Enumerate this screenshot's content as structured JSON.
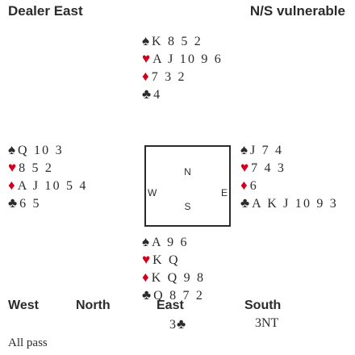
{
  "header": {
    "dealer": "Dealer East",
    "vulnerability": "N/S vulnerable"
  },
  "colors": {
    "red_suit": "#d0021b",
    "black_suit": "#2b2b2b"
  },
  "hands": {
    "north": {
      "spades": "K 8 5 2",
      "hearts": "A J 10 9 6",
      "diamonds": "7 3 2",
      "clubs": "4"
    },
    "west": {
      "spades": "Q 10 3",
      "hearts": "8 5 2",
      "diamonds": "A J 10 5 4",
      "clubs": "6 5"
    },
    "east": {
      "spades": "J 7 4",
      "hearts": "7 4 3",
      "diamonds": "6",
      "clubs": "A K J 10 9 3"
    },
    "south": {
      "spades": "A 9 6",
      "hearts": "K Q",
      "diamonds": "K Q 9 8",
      "clubs": "Q 8 7 2"
    }
  },
  "suit_icons": {
    "spades": "spade-icon",
    "hearts": "heart-icon",
    "diamonds": "diamond-icon",
    "clubs": "club-icon"
  },
  "compass": {
    "n": "N",
    "s": "S",
    "w": "W",
    "e": "E"
  },
  "auction": {
    "headers": [
      "West",
      "North",
      "East",
      "South"
    ],
    "calls": {
      "east_level": "3",
      "south": "3NT"
    },
    "final": "All pass"
  }
}
